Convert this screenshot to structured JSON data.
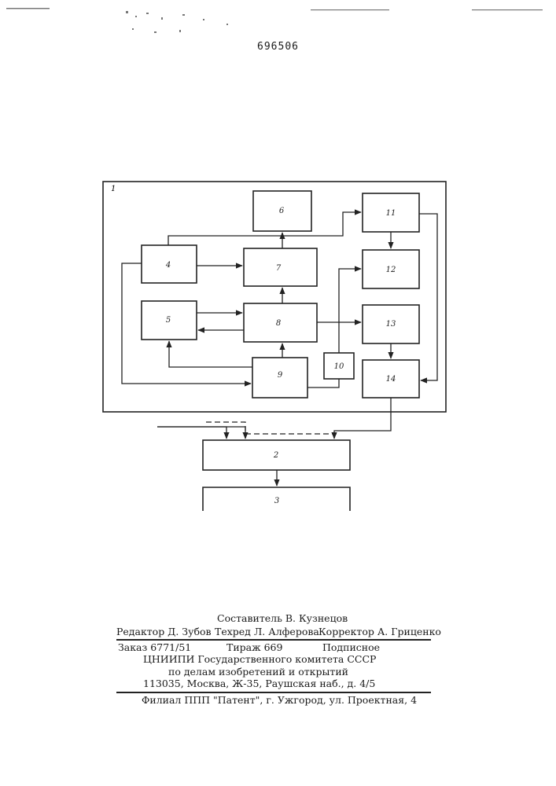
{
  "patent_number": "696506",
  "diagram": {
    "blocks": [
      {
        "id": "b1",
        "label": "1"
      },
      {
        "id": "b2",
        "label": "2"
      },
      {
        "id": "b3",
        "label": "3"
      },
      {
        "id": "b4",
        "label": "4"
      },
      {
        "id": "b5",
        "label": "5"
      },
      {
        "id": "b6",
        "label": "6"
      },
      {
        "id": "b7",
        "label": "7"
      },
      {
        "id": "b8",
        "label": "8"
      },
      {
        "id": "b9",
        "label": "9"
      },
      {
        "id": "b10",
        "label": "10"
      },
      {
        "id": "b11",
        "label": "11"
      },
      {
        "id": "b12",
        "label": "12"
      },
      {
        "id": "b13",
        "label": "13"
      },
      {
        "id": "b14",
        "label": "14"
      }
    ]
  },
  "imprint": {
    "compiler": "Составитель В. Кузнецов",
    "editor": "Редактор Д. Зубов",
    "tech_editor": "Техред Л. Алферова",
    "proofreader": "Корректор А. Гриценко",
    "order": "Заказ 6771/51",
    "circulation": "Тираж 669",
    "subscription": "Подписное",
    "org_line1": "ЦНИИПИ Государственного комитета СССР",
    "org_line2": "по делам изобретений и открытий",
    "address": "113035, Москва, Ж-35, Раушская наб., д. 4/5",
    "branch": "Филиал ППП \"Патент\", г. Ужгород, ул. Проектная, 4"
  }
}
